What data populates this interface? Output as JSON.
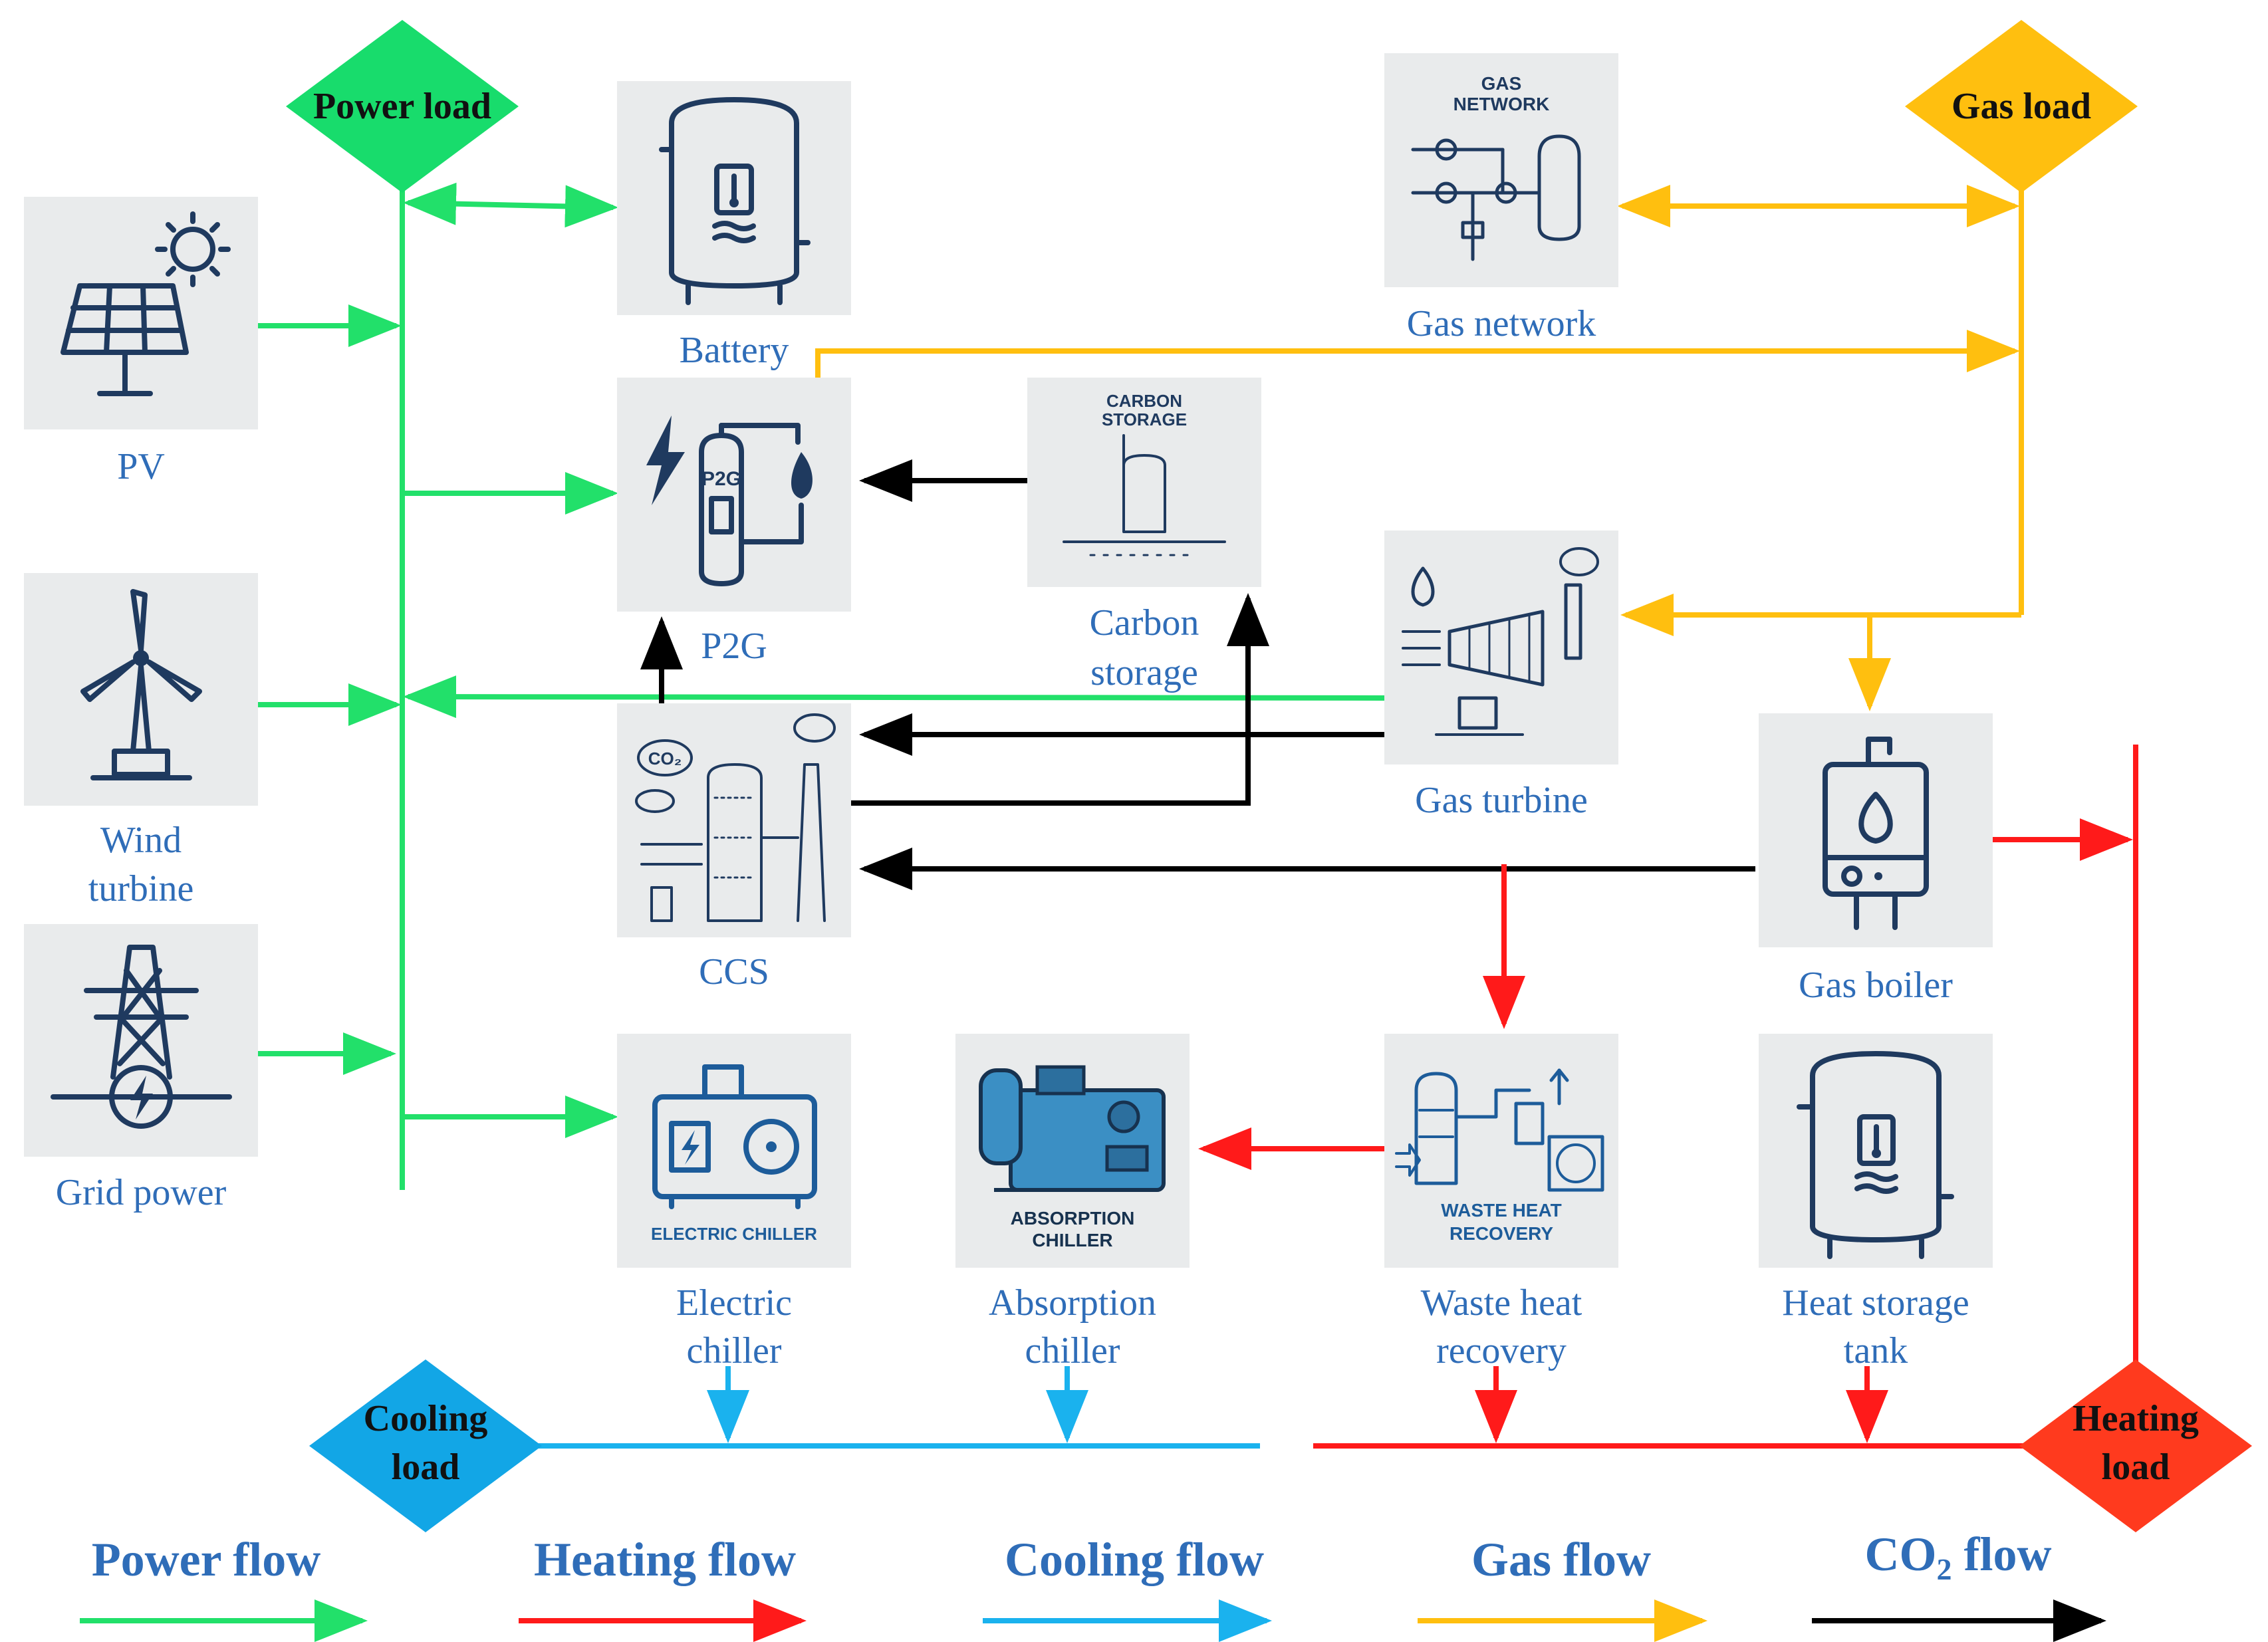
{
  "colors": {
    "power": "#22e06a",
    "heating": "#ff1a1a",
    "cooling": "#1ab2ee",
    "gas": "#ffbf0f",
    "co2": "#000000",
    "label": "#2f6db8",
    "power_load_fill": "#18dc6c",
    "gas_load_fill": "#ffbf0f",
    "cooling_load_fill": "#12a6e6",
    "heating_load_fill": "#ff3a1e"
  },
  "loads": {
    "power": "Power load",
    "gas": "Gas load",
    "cooling_line1": "Cooling",
    "cooling_line2": "load",
    "heating_line1": "Heating",
    "heating_line2": "load"
  },
  "components": {
    "pv": "PV",
    "wind_line1": "Wind",
    "wind_line2": "turbine",
    "grid": "Grid power",
    "battery": "Battery",
    "p2g": "P2G",
    "carbon_storage_line1": "Carbon",
    "carbon_storage_line2": "storage",
    "ccs": "CCS",
    "gas_network": "Gas network",
    "gas_turbine": "Gas turbine",
    "gas_boiler": "Gas boiler",
    "electric_chiller_line1": "Electric",
    "electric_chiller_line2": "chiller",
    "absorption_chiller_line1": "Absorption",
    "absorption_chiller_line2": "chiller",
    "waste_heat_line1": "Waste heat",
    "waste_heat_line2": "recovery",
    "heat_storage_line1": "Heat storage",
    "heat_storage_line2": "tank"
  },
  "icon_text": {
    "gas_network_1": "GAS",
    "gas_network_2": "NETWORK",
    "carbon_storage_1": "CARBON",
    "carbon_storage_2": "STORAGE",
    "p2g": "P2G",
    "co2": "CO₂",
    "electric_chiller": "ELECTRIC CHILLER",
    "absorption_1": "ABSORPTION",
    "absorption_2": "CHILLER",
    "waste_heat_1": "WASTE HEAT",
    "waste_heat_2": "RECOVERY"
  },
  "icons": {
    "pv": "solar-panel-icon",
    "wind": "wind-turbine-icon",
    "grid": "power-pylon-icon",
    "battery": "storage-tank-icon",
    "p2g": "p2g-reactor-icon",
    "carbon_storage": "underground-tank-icon",
    "ccs": "capture-plant-icon",
    "gas_network": "pipeline-valve-icon",
    "gas_turbine": "turbine-icon",
    "gas_boiler": "boiler-icon",
    "electric_chiller": "chiller-unit-icon",
    "absorption_chiller": "absorption-machine-icon",
    "waste_heat": "heat-exchanger-icon",
    "heat_storage": "storage-tank-icon"
  },
  "legend": {
    "power": "Power flow",
    "heating": "Heating flow",
    "cooling": "Cooling flow",
    "gas": "Gas flow",
    "co2_prefix": "CO",
    "co2_sub": "2",
    "co2_suffix": " flow"
  }
}
